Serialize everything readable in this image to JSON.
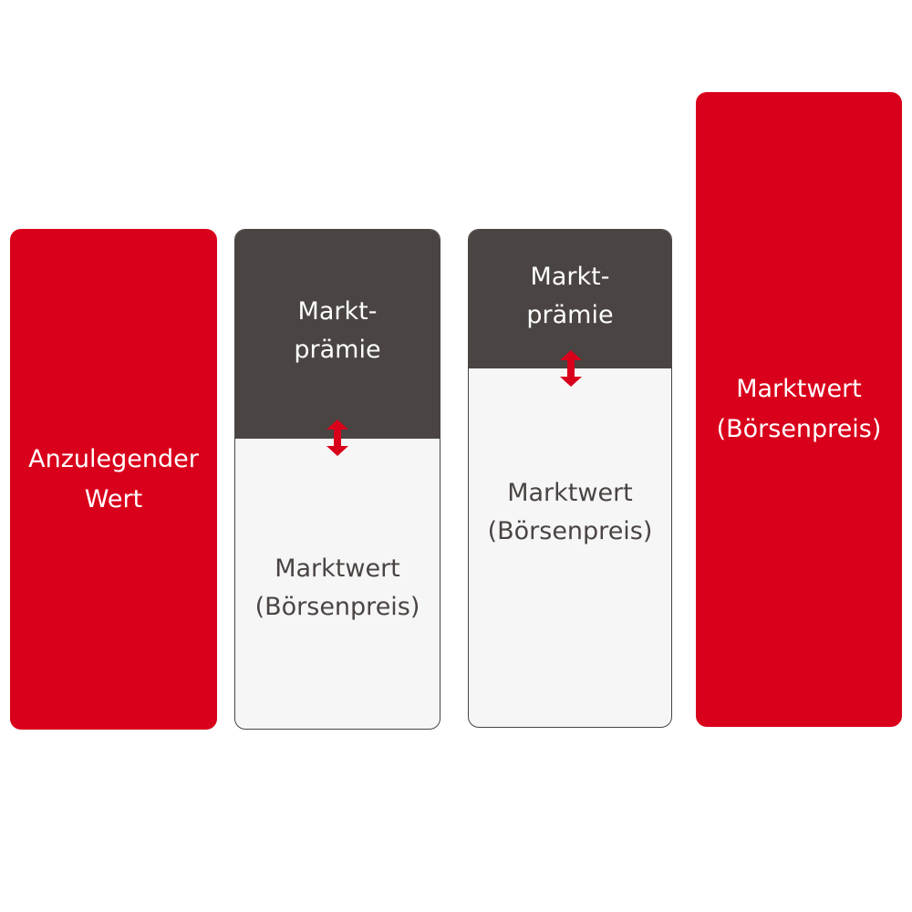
{
  "accent_color": "#d9001b",
  "dark_color": "#4a4443",
  "light_color": "#f6f6f6",
  "columns": [
    {
      "label": "Anzulegender\nWert"
    },
    {
      "premium_label": "Markt-\nprämie",
      "base_label": "Marktwert\n(Börsenpreis)"
    },
    {
      "premium_label": "Markt-\nprämie",
      "base_label": "Marktwert\n(Börsenpreis)"
    },
    {
      "label": "Marktwert\n(Börsenpreis)"
    }
  ]
}
